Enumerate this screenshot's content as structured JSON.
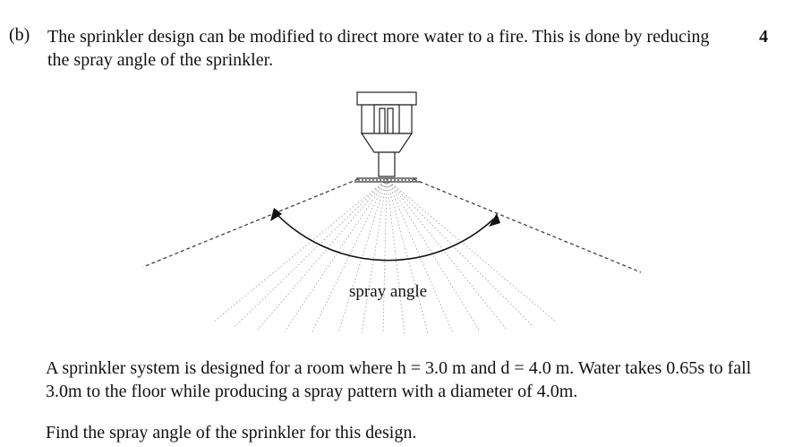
{
  "question": {
    "part_label": "(b)",
    "text": "The sprinkler design can be modified to direct more water to a fire. This is done by reducing the spray angle of the sprinkler.",
    "marks": "4"
  },
  "figure": {
    "label": "spray angle"
  },
  "body": {
    "paragraph": "A sprinkler system is designed for a room where h = 3.0 m and d = 4.0 m. Water takes 0.65s to fall 3.0m to the floor while producing a spray pattern with a diameter of 4.0m.",
    "instruction": "Find the spray angle of the sprinkler for this design."
  }
}
